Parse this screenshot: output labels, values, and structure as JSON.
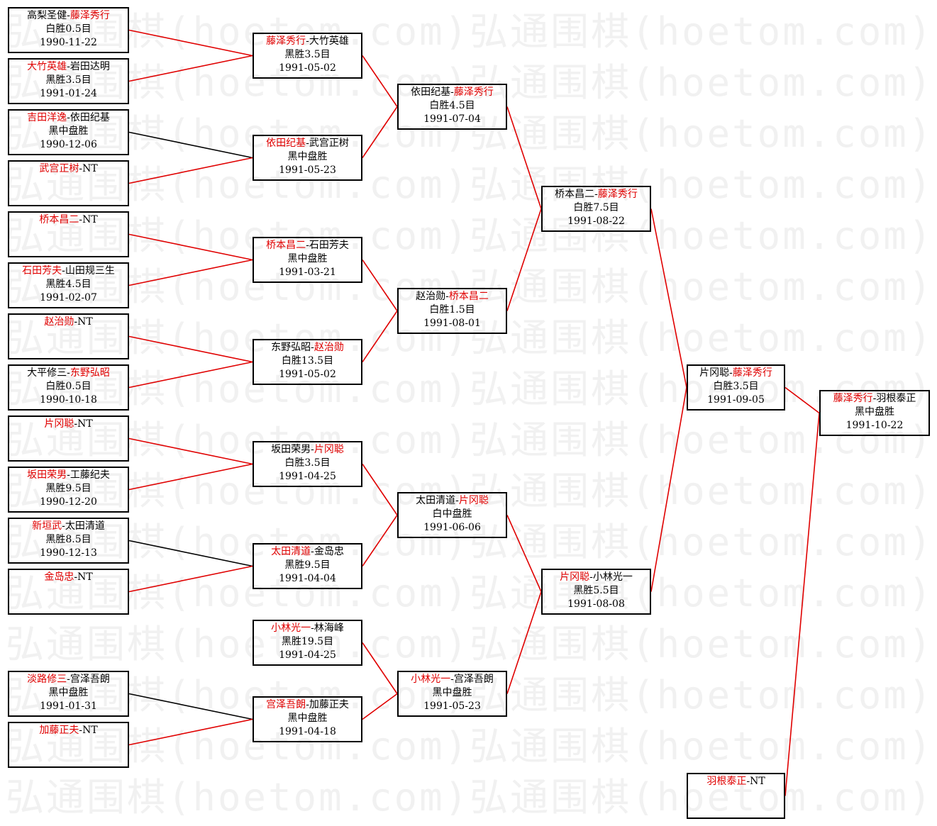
{
  "watermark": {
    "lines": [
      "弘通围棋(hoetom.com)弘通围棋(hoetom.com)",
      "弘通围棋(hoetom.com)弘通围棋(hoetom.com)",
      "弘通围棋(hoetom.com)弘通围棋(hoetom.com)",
      "弘通围棋(hoetom.com)弘通围棋(hoetom.com)",
      "弘通围棋(hoetom.com)弘通围棋(hoetom.com)",
      "弘通围棋(hoetom.com)弘通围棋(hoetom.com)",
      "弘通围棋(hoetom.com)弘通围棋(hoetom.com)",
      "弘通围棋(hoetom.com)弘通围棋(hoetom.com)",
      "弘通围棋(hoetom.com)弘通围棋(hoetom.com)",
      "弘通围棋(hoetom.com)弘通围棋(hoetom.com)",
      "弘通围棋(hoetom.com)弘通围棋(hoetom.com)",
      "弘通围棋(hoetom.com)弘通围棋(hoetom.com)",
      "弘通围棋(hoetom.com)弘通围棋(hoetom.com)",
      "弘通围棋(hoetom.com)弘通围棋(hoetom.com)",
      "弘通围棋(hoetom.com)弘通围棋(hoetom.com)",
      "弘通围棋(hoetom.com)弘通围棋(hoetom.com)"
    ]
  },
  "colors": {
    "win": "#e00000",
    "line_win": "#e00000",
    "line_loss": "#000000",
    "border": "#000000"
  },
  "separator": "-",
  "bracket": {
    "rounds": [
      {
        "name": "r1",
        "matches": [
          {
            "p1": "高梨圣健",
            "p2": "藤泽秀行",
            "winner": 2,
            "result": "白胜0.5目",
            "date": "1990-11-22"
          },
          {
            "p1": "大竹英雄",
            "p2": "岩田达明",
            "winner": 1,
            "result": "黑胜3.5目",
            "date": "1991-01-24"
          },
          {
            "p1": "吉田洋逸",
            "p2": "依田纪基",
            "winner": 1,
            "result": "黑中盘胜",
            "date": "1990-12-06"
          },
          {
            "p1": "武宫正树",
            "p2": "NT",
            "winner": 1,
            "result": "",
            "date": ""
          },
          {
            "p1": "桥本昌二",
            "p2": "NT",
            "winner": 1,
            "result": "",
            "date": ""
          },
          {
            "p1": "石田芳夫",
            "p2": "山田规三生",
            "winner": 1,
            "result": "黑胜4.5目",
            "date": "1991-02-07"
          },
          {
            "p1": "赵治勋",
            "p2": "NT",
            "winner": 1,
            "result": "",
            "date": ""
          },
          {
            "p1": "大平修三",
            "p2": "东野弘昭",
            "winner": 2,
            "result": "白胜0.5目",
            "date": "1990-10-18"
          },
          {
            "p1": "片冈聪",
            "p2": "NT",
            "winner": 1,
            "result": "",
            "date": ""
          },
          {
            "p1": "坂田荣男",
            "p2": "工藤纪夫",
            "winner": 1,
            "result": "黑胜9.5目",
            "date": "1990-12-20"
          },
          {
            "p1": "新垣武",
            "p2": "太田清道",
            "winner": 1,
            "result": "黑胜8.5目",
            "date": "1990-12-13"
          },
          {
            "p1": "金岛忠",
            "p2": "NT",
            "winner": 1,
            "result": "",
            "date": ""
          },
          {
            "p1": "淡路修三",
            "p2": "宫泽吾朗",
            "winner": 1,
            "result": "黑中盘胜",
            "date": "1991-01-31"
          },
          {
            "p1": "加藤正夫",
            "p2": "NT",
            "winner": 1,
            "result": "",
            "date": ""
          }
        ]
      },
      {
        "name": "r2",
        "matches": [
          {
            "p1": "藤泽秀行",
            "p2": "大竹英雄",
            "winner": 1,
            "result": "黑胜3.5目",
            "date": "1991-05-02"
          },
          {
            "p1": "依田纪基",
            "p2": "武宫正树",
            "winner": 1,
            "result": "黑中盘胜",
            "date": "1991-05-23"
          },
          {
            "p1": "桥本昌二",
            "p2": "石田芳夫",
            "winner": 1,
            "result": "黑中盘胜",
            "date": "1991-03-21"
          },
          {
            "p1": "东野弘昭",
            "p2": "赵治勋",
            "winner": 2,
            "result": "白胜13.5目",
            "date": "1991-05-02"
          },
          {
            "p1": "坂田荣男",
            "p2": "片冈聪",
            "winner": 2,
            "result": "白胜3.5目",
            "date": "1991-04-25"
          },
          {
            "p1": "太田清道",
            "p2": "金岛忠",
            "winner": 1,
            "result": "黑胜9.5目",
            "date": "1991-04-04"
          },
          {
            "p1": "小林光一",
            "p2": "林海峰",
            "winner": 1,
            "result": "黑胜19.5目",
            "date": "1991-04-25"
          },
          {
            "p1": "宫泽吾朗",
            "p2": "加藤正夫",
            "winner": 1,
            "result": "黑中盘胜",
            "date": "1991-04-18"
          }
        ]
      },
      {
        "name": "r3",
        "matches": [
          {
            "p1": "依田纪基",
            "p2": "藤泽秀行",
            "winner": 2,
            "result": "白胜4.5目",
            "date": "1991-07-04"
          },
          {
            "p1": "赵治勋",
            "p2": "桥本昌二",
            "winner": 2,
            "result": "白胜1.5目",
            "date": "1991-08-01"
          },
          {
            "p1": "太田清道",
            "p2": "片冈聪",
            "winner": 2,
            "result": "白中盘胜",
            "date": "1991-06-06"
          },
          {
            "p1": "小林光一",
            "p2": "宫泽吾朗",
            "winner": 1,
            "result": "黑中盘胜",
            "date": "1991-05-23"
          }
        ]
      },
      {
        "name": "r4",
        "matches": [
          {
            "p1": "桥本昌二",
            "p2": "藤泽秀行",
            "winner": 2,
            "result": "白胜7.5目",
            "date": "1991-08-22"
          },
          {
            "p1": "片冈聪",
            "p2": "小林光一",
            "winner": 1,
            "result": "黑胜5.5目",
            "date": "1991-08-08"
          }
        ]
      },
      {
        "name": "r5",
        "matches": [
          {
            "p1": "片冈聪",
            "p2": "藤泽秀行",
            "winner": 2,
            "result": "白胜3.5目",
            "date": "1991-09-05"
          },
          {
            "p1": "羽根泰正",
            "p2": "NT",
            "winner": 1,
            "result": "",
            "date": ""
          }
        ]
      },
      {
        "name": "final",
        "matches": [
          {
            "p1": "藤泽秀行",
            "p2": "羽根泰正",
            "winner": 1,
            "result": "黑中盘胜",
            "date": "1991-10-22"
          }
        ]
      }
    ]
  }
}
